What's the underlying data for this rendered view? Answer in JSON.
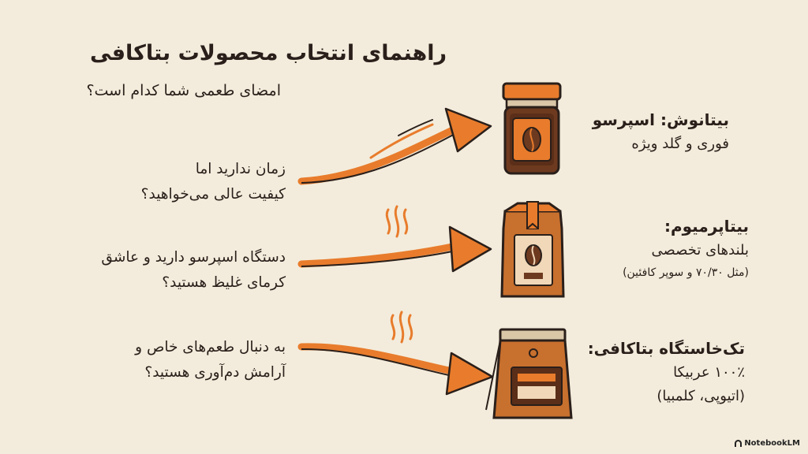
{
  "header": {
    "title": "راهنمای انتخاب محصولات بتاکافی",
    "subtitle": "امضای طعمی شما کدام است؟"
  },
  "questions": [
    {
      "line1": "زمان ندارید اما",
      "line2": "کیفیت عالی می‌خواهید؟"
    },
    {
      "line1": "دستگاه اسپرسو دارید و عاشق",
      "line2": "کرمای غلیظ هستید؟"
    },
    {
      "line1": "به دنبال طعم‌های خاص و",
      "line2": "آرامش دم‌آوری هستید؟"
    }
  ],
  "products": [
    {
      "name": "بیتانوش: اسپرسو",
      "desc": "فوری و گلد ویژه",
      "icon": "coffee-jar-icon"
    },
    {
      "name": "بیتاپرمیوم:",
      "desc": "بلندهای تخصصی",
      "note": "(مثل ۷۰/۳۰ و سوپر کافئین)",
      "icon": "coffee-bag-icon"
    },
    {
      "name": "تک‌خاستگاه بتاکافی:",
      "desc": "۱۰۰٪ عربیکا",
      "note": "(اتیوپی، کلمبیا)",
      "icon": "specialty-coffee-bag-icon"
    }
  ],
  "branding": {
    "label": "NotebookLM"
  },
  "colors": {
    "background": "#f3ecdc",
    "accent": "#e87c2c",
    "dark": "#2a1f1a",
    "jar": "#6e3a1f"
  }
}
